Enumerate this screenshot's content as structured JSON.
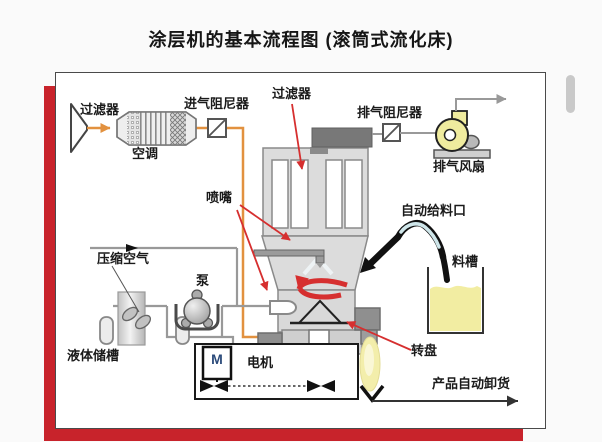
{
  "title": "涂层机的基本流程图 (滚筒式流化床)",
  "labels": {
    "intake_filter": "过滤器",
    "air_conditioner": "空调",
    "intake_damper": "进气阻尼器",
    "top_filter": "过滤器",
    "exhaust_damper": "排气阻尼器",
    "exhaust_fan": "排气风扇",
    "nozzle": "喷嘴",
    "feed_port": "自动给料口",
    "trough": "料槽",
    "compressed_air": "压缩空气",
    "pump": "泵",
    "liquid_tank": "液体储槽",
    "motor": "电机",
    "motor_symbol": "M",
    "turntable": "转盘",
    "discharge": "产品自动卸货"
  },
  "colors": {
    "accent_red": "#c8232b",
    "annotation_red": "#d62f2f",
    "pipe_orange": "#e2913f",
    "pipe_gray": "#999999",
    "machine_gray": "#dcdcdc",
    "dark_gray": "#8f8f8f",
    "fan_yellow": "#efeb9e",
    "material_yellow": "#f2eda2",
    "tube_blue": "#cfe6ea"
  }
}
